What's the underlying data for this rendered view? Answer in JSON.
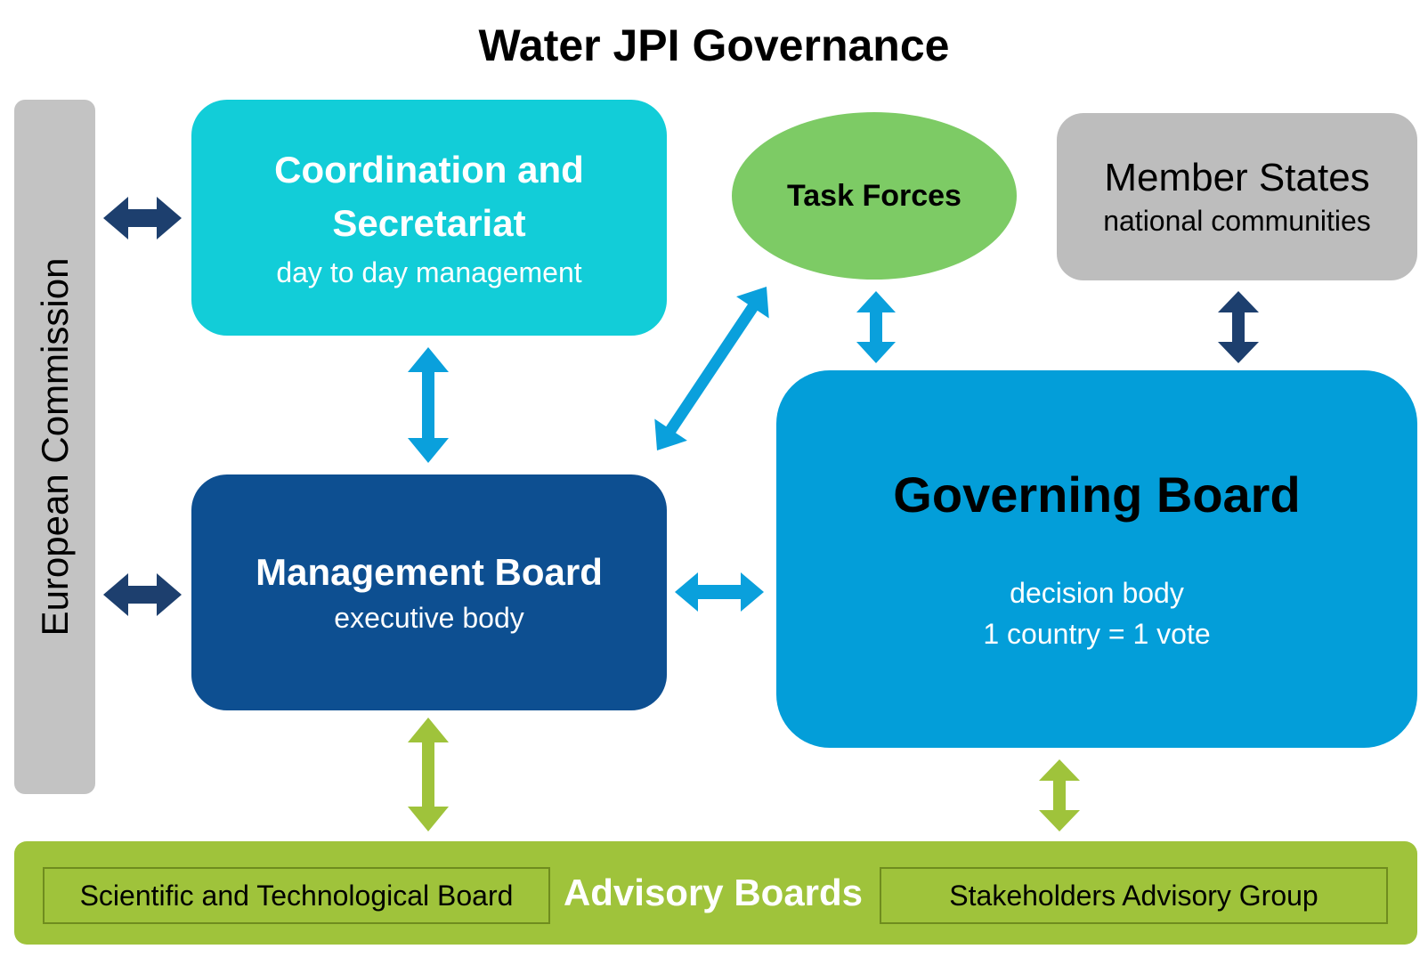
{
  "title": "Water JPI Governance",
  "european_commission": {
    "label": "European Commission"
  },
  "coordination": {
    "title_line1": "Coordination and",
    "title_line2": "Secretariat",
    "subtitle": "day to day management"
  },
  "management": {
    "title": "Management Board",
    "subtitle": "executive body"
  },
  "task_forces": {
    "title": "Task Forces"
  },
  "member_states": {
    "title": "Member States",
    "subtitle": "national communities"
  },
  "governing": {
    "title": "Governing Board",
    "subtitle_line1": "decision body",
    "subtitle_line2": "1 country = 1 vote"
  },
  "advisory": {
    "title": "Advisory Boards",
    "scientific": "Scientific and Technological Board",
    "stakeholders": "Stakeholders Advisory Group"
  },
  "colors": {
    "dark_navy_arrow": "#1d3f6e",
    "blue_arrow": "#0aa0dc",
    "green_arrow": "#9fc33b",
    "coordination_fill": "#12cdd8",
    "management_fill": "#0d4f91",
    "governing_fill": "#039ed9",
    "task_forces_fill": "#7dcb65",
    "member_states_fill": "#bdbdbd",
    "european_commission_fill": "#c3c3c3",
    "advisory_fill": "#9fc33b"
  }
}
